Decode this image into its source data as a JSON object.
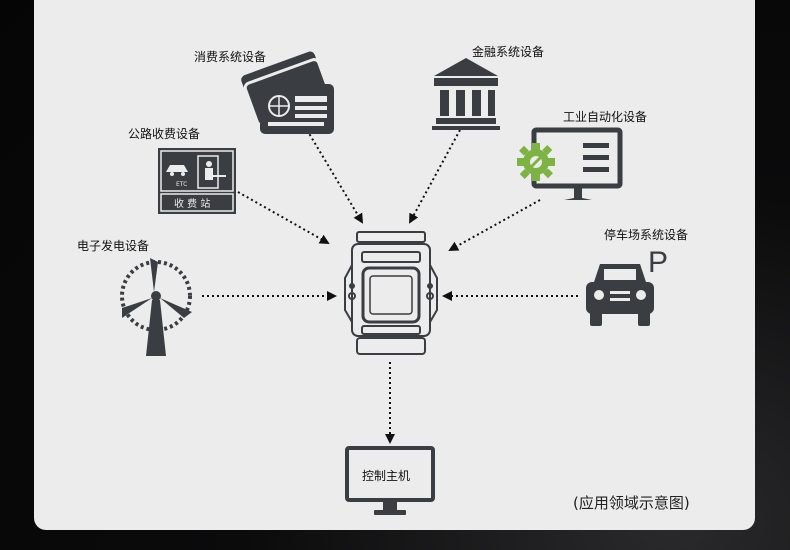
{
  "labels": {
    "consumer": "消费系统设备",
    "finance": "金融系统设备",
    "highway": "公路收费设备",
    "industrial": "工业自动化设备",
    "power": "电子发电设备",
    "parking": "停车场系统设备"
  },
  "toll_sign": {
    "etc": "ETC",
    "station": "收 费 站"
  },
  "parking_letter": "P",
  "host_label": "控制主机",
  "caption": "(应用领域示意图)",
  "colors": {
    "icon": "#3a3d42",
    "panel": "#ececec",
    "gear": "#7cb342",
    "arrow": "#111111"
  }
}
